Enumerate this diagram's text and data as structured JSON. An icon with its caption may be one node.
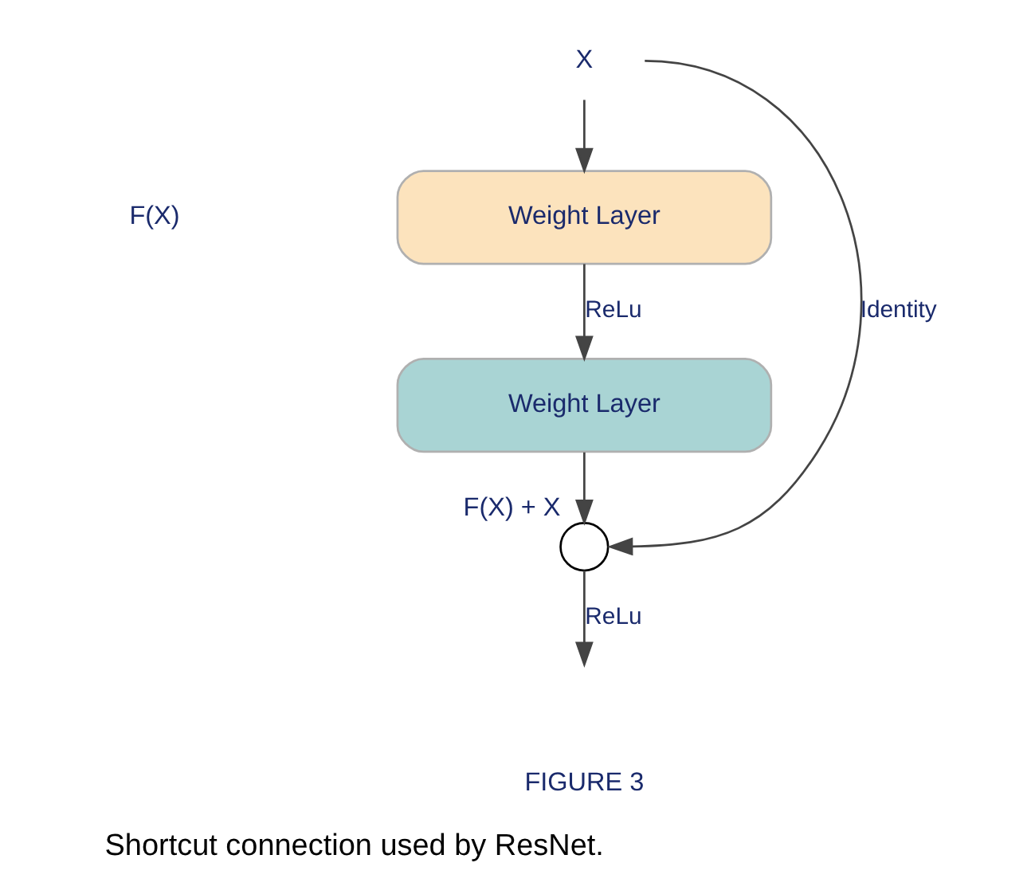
{
  "diagram": {
    "caption": "Shortcut connection used by ResNet.",
    "nodes": [
      {
        "text": [
          "X"
        ]
      },
      {
        "text": [
          "Weight Layer"
        ]
      },
      {
        "text": [
          "Weight Layer"
        ]
      },
      {
        "text": [],
        "shape": "circle",
        "beside": [
          "F(X) + X"
        ]
      }
    ],
    "edges": [
      {
        "from": 0,
        "to": 1,
        "arrow": "to"
      },
      {
        "from": 1,
        "to": 2,
        "label": "ReLu",
        "arrow": "to"
      },
      {
        "from": 2,
        "to": 3,
        "arrow": "to"
      },
      {
        "from": 0,
        "to": 3,
        "label": "Identity",
        "arrow": "to"
      },
      {
        "from": 3,
        "to": null,
        "label": "ReLu",
        "arrow": "to"
      }
    ],
    "labels": [
      "F(X)",
      "FIGURE 3"
    ]
  }
}
